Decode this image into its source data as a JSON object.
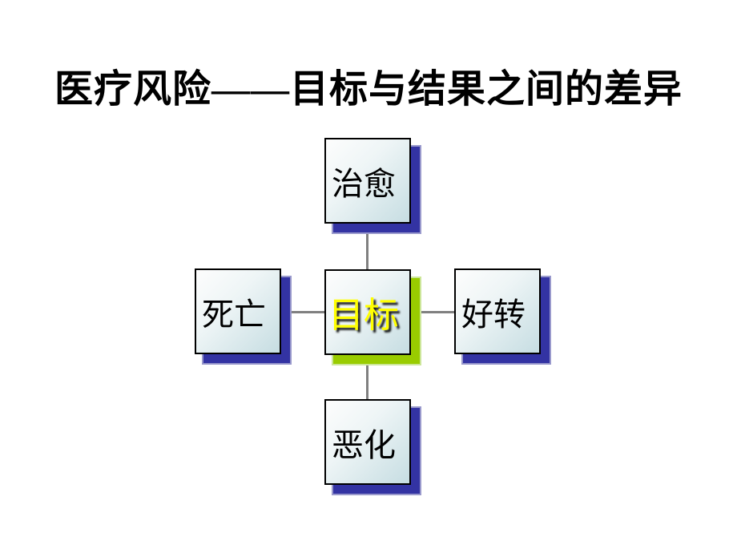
{
  "slide": {
    "title": "医疗风险——目标与结果之间的差异"
  },
  "diagram": {
    "nodes": {
      "center": {
        "label": "目标"
      },
      "top": {
        "label": "治愈"
      },
      "left": {
        "label": "死亡"
      },
      "right": {
        "label": "好转"
      },
      "bottom": {
        "label": "恶化"
      }
    },
    "colors": {
      "node_shadow_blue": "#3333A3",
      "node_shadow_blue_rim": "#9999CC",
      "node_shadow_green": "#99CC00",
      "node_shadow_green_rim": "#CCE699",
      "connector": "#808080",
      "node_border": "#000000",
      "node_fill_start": "#FDFDFD",
      "node_fill_end": "#C6DDE2",
      "center_label_color": "#FFFF00",
      "title_color": "#000000"
    }
  }
}
